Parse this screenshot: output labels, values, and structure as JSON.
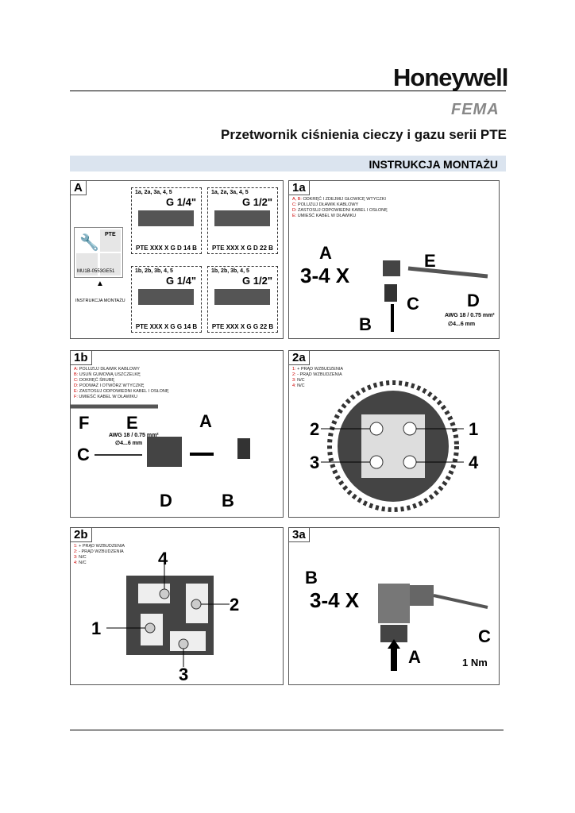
{
  "header": {
    "brand": "Honeywell",
    "sub_brand": "FEMA",
    "title": "Przetwornik ciśnienia cieczy i gazu serii PTE",
    "section": "INSTRUKCJA MONTAŻU"
  },
  "panels": {
    "A": {
      "tag": "A",
      "manual_label": "PTE",
      "manual_code": "MU1B-0553GE51",
      "manual_caption": "INSTRUKCJA MONTAŻU",
      "variants": [
        {
          "steps": "1a, 2a, 3a, 4, 5",
          "thread": "G 1/4\"",
          "model": "PTE XXX X G D 14 B"
        },
        {
          "steps": "1a, 2a, 3a, 4, 5",
          "thread": "G 1/2\"",
          "model": "PTE XXX X G D 22 B"
        },
        {
          "steps": "1b, 2b, 3b, 4, 5",
          "thread": "G 1/4\"",
          "model": "PTE XXX X G G 14 B"
        },
        {
          "steps": "1b, 2b, 3b, 4, 5",
          "thread": "G 1/2\"",
          "model": "PTE XXX X G G 22 B"
        }
      ]
    },
    "1a": {
      "tag": "1a",
      "legend": [
        {
          "k": "A, B:",
          "t": "ODKRĘĆ I ZDEJMIJ GŁOWICĘ WTYCZKI"
        },
        {
          "k": "C:",
          "t": "POLUZUJ DŁAWIK KABLOWY"
        },
        {
          "k": "D:",
          "t": "ZASTOSUJ ODPOWIEDNI KABEL I OSŁONĘ"
        },
        {
          "k": "E:",
          "t": "UMIEŚĆ KABEL W DŁAWIKU"
        }
      ],
      "turns": "3-4 X",
      "cable_spec": "AWG 18 / 0.75 mm²",
      "diameter": "∅4...6 mm",
      "letters": [
        "A",
        "B",
        "C",
        "D",
        "E"
      ]
    },
    "1b": {
      "tag": "1b",
      "legend": [
        {
          "k": "A:",
          "t": "POLUZUJ DŁAWIK KABLOWY"
        },
        {
          "k": "B:",
          "t": "USUŃ GUMOWĄ USZCZELKĘ"
        },
        {
          "k": "C:",
          "t": "DOKRĘĆ ŚRUBĘ"
        },
        {
          "k": "D:",
          "t": "PODWAŻ I OTWÓRZ WTYCZKĘ"
        },
        {
          "k": "E:",
          "t": "ZASTOSUJ ODPOWIEDNI KABEL I OSŁONĘ"
        },
        {
          "k": "F:",
          "t": "UMIEŚĆ KABEL W DŁAWIKU"
        }
      ],
      "cable_spec": "AWG 18 / 0.75 mm²",
      "diameter": "∅4...6 mm",
      "letters": [
        "A",
        "B",
        "C",
        "D",
        "E",
        "F"
      ]
    },
    "2a": {
      "tag": "2a",
      "legend": [
        {
          "k": "1:",
          "t": "+ PRĄD WZBUDZENIA"
        },
        {
          "k": "2:",
          "t": "- PRĄD WZBUDZENIA"
        },
        {
          "k": "3:",
          "t": "N/C"
        },
        {
          "k": "4:",
          "t": "N/C"
        }
      ],
      "pins": [
        "1",
        "2",
        "3",
        "4"
      ]
    },
    "2b": {
      "tag": "2b",
      "legend": [
        {
          "k": "1:",
          "t": "+ PRĄD WZBUDZENIA"
        },
        {
          "k": "2:",
          "t": "- PRĄD WZBUDZENIA"
        },
        {
          "k": "3:",
          "t": "N/C"
        },
        {
          "k": "4:",
          "t": "N/C"
        }
      ],
      "pins": [
        "1",
        "2",
        "3",
        "4"
      ]
    },
    "3a": {
      "tag": "3a",
      "turns": "3-4 X",
      "torque": "1 Nm",
      "letters": [
        "A",
        "B",
        "C"
      ]
    }
  }
}
